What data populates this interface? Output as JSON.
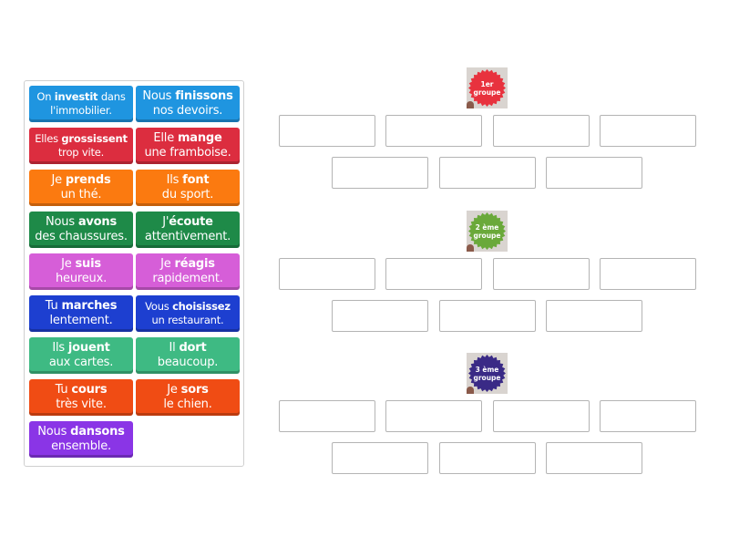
{
  "activity": {
    "type": "group-sort",
    "tiles": [
      {
        "pre": "On ",
        "verb": "investit",
        "post": " dans",
        "line2": "l'immobilier.",
        "color": "#1f95e0",
        "small": true
      },
      {
        "pre": "Nous ",
        "verb": "finissons",
        "post": "",
        "line2": "nos devoirs.",
        "color": "#1f95e0",
        "small": false
      },
      {
        "pre": "Elles ",
        "verb": "grossissent",
        "post": "",
        "line2": "trop vite.",
        "color": "#dc2d3f",
        "small": true
      },
      {
        "pre": "Elle ",
        "verb": "mange",
        "post": "",
        "line2": "une framboise.",
        "color": "#dc2d3f",
        "small": false
      },
      {
        "pre": "Je ",
        "verb": "prends",
        "post": "",
        "line2": "un thé.",
        "color": "#fb7a10",
        "small": false
      },
      {
        "pre": "Ils ",
        "verb": "font",
        "post": "",
        "line2": "du sport.",
        "color": "#fb7a10",
        "small": false
      },
      {
        "pre": "Nous ",
        "verb": "avons",
        "post": "",
        "line2": "des chaussures.",
        "color": "#1e8a48",
        "small": false
      },
      {
        "pre": "J'",
        "verb": "écoute",
        "post": "",
        "line2": "attentivement.",
        "color": "#1e8a48",
        "small": false
      },
      {
        "pre": "Je ",
        "verb": "suis",
        "post": "",
        "line2": "heureux.",
        "color": "#d65ed8",
        "small": false
      },
      {
        "pre": "Je ",
        "verb": "réagis",
        "post": "",
        "line2": "rapidement.",
        "color": "#d65ed8",
        "small": false
      },
      {
        "pre": "Tu ",
        "verb": "marches",
        "post": "",
        "line2": "lentement.",
        "color": "#1d3fd0",
        "small": false
      },
      {
        "pre": "Vous ",
        "verb": "choisissez",
        "post": "",
        "line2": "un restaurant.",
        "color": "#1d3fd0",
        "small": true
      },
      {
        "pre": "Ils ",
        "verb": "jouent",
        "post": "",
        "line2": "aux cartes.",
        "color": "#3eba83",
        "small": false
      },
      {
        "pre": "Il ",
        "verb": "dort",
        "post": "",
        "line2": "beaucoup.",
        "color": "#3eba83",
        "small": false
      },
      {
        "pre": "Tu ",
        "verb": "cours",
        "post": "",
        "line2": "très vite.",
        "color": "#f04c14",
        "small": false
      },
      {
        "pre": "Je ",
        "verb": "sors",
        "post": "",
        "line2": "le chien.",
        "color": "#f04c14",
        "small": false
      },
      {
        "pre": "Nous ",
        "verb": "dansons",
        "post": "",
        "line2": "ensemble.",
        "color": "#8a35e6",
        "small": false
      }
    ],
    "groups": [
      {
        "line1": "1er",
        "line2": "groupe",
        "color": "#e8323e",
        "icon": "badge-1er-groupe-icon",
        "slots": 7
      },
      {
        "line1": "2 ème",
        "line2": "groupe",
        "color": "#6aa93a",
        "icon": "badge-2eme-groupe-icon",
        "slots": 7
      },
      {
        "line1": "3 ème",
        "line2": "groupe",
        "color": "#3a2a86",
        "icon": "badge-3eme-groupe-icon",
        "slots": 7
      }
    ]
  }
}
